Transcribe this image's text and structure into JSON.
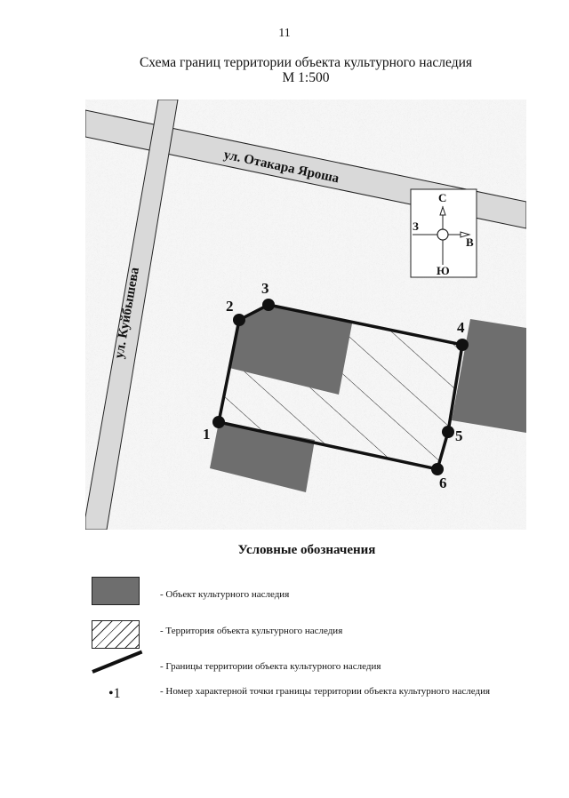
{
  "page": {
    "number": "11"
  },
  "header": {
    "title": "Схема границ территории объекта культурного наследия",
    "scale": "М 1:500"
  },
  "map": {
    "streets": [
      {
        "name": "ул. Отакара Яроша"
      },
      {
        "name": "ул. Куйбышева"
      }
    ],
    "compass": {
      "north": "С",
      "south": "Ю",
      "west": "З",
      "east": "В"
    },
    "points": [
      "1",
      "2",
      "3",
      "4",
      "5",
      "6"
    ],
    "colors": {
      "object_fill": "#6e6e6e",
      "street_fill": "#d8d8d8",
      "boundary": "#111111"
    }
  },
  "legend": {
    "title": "Условные обозначения",
    "items": [
      {
        "symbol": "dark-fill",
        "label": "- Объект культурного наследия"
      },
      {
        "symbol": "hatch",
        "label": "- Территория объекта культурного наследия"
      },
      {
        "symbol": "thick-line",
        "label": "- Границы территории объекта культурного наследия"
      },
      {
        "symbol": "•1",
        "label": "- Номер характерной точки границы территории объекта культурного наследия"
      }
    ]
  }
}
